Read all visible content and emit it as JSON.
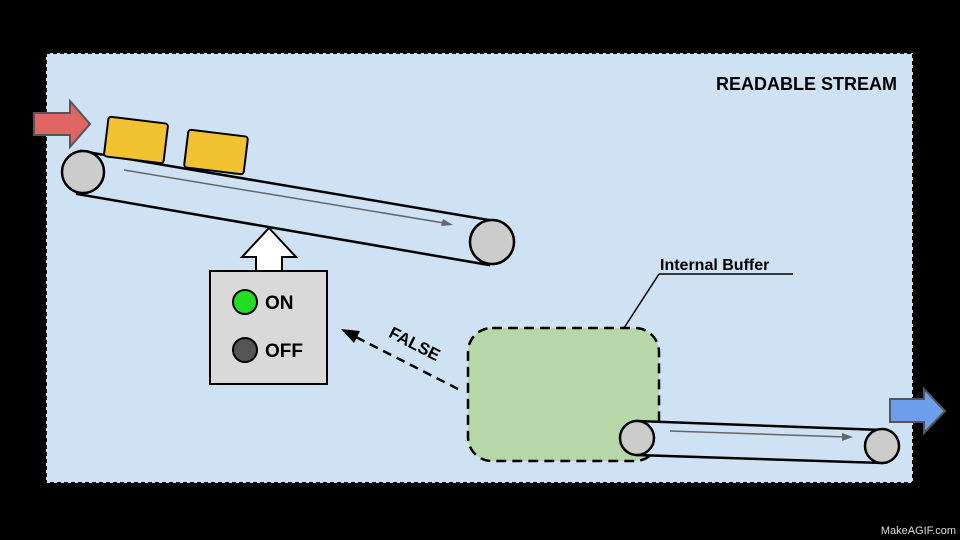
{
  "diagram": {
    "title": "READABLE STREAM",
    "buffer_label": "Internal Buffer",
    "switch": {
      "on_label": "ON",
      "off_label": "OFF",
      "on_color": "#22dd22",
      "off_color": "#555555"
    },
    "signal_label": "FALSE",
    "watermark": "MakeAGIF.com"
  },
  "colors": {
    "background": "#000000",
    "stream_area": "#cfe2f3",
    "buffer_fill": "#b6d7a8",
    "chunk_fill": "#f1c232",
    "input_arrow": "#e06666",
    "output_arrow": "#6d9eeb",
    "roller": "#cccccc",
    "panel": "#d9d9d9"
  }
}
